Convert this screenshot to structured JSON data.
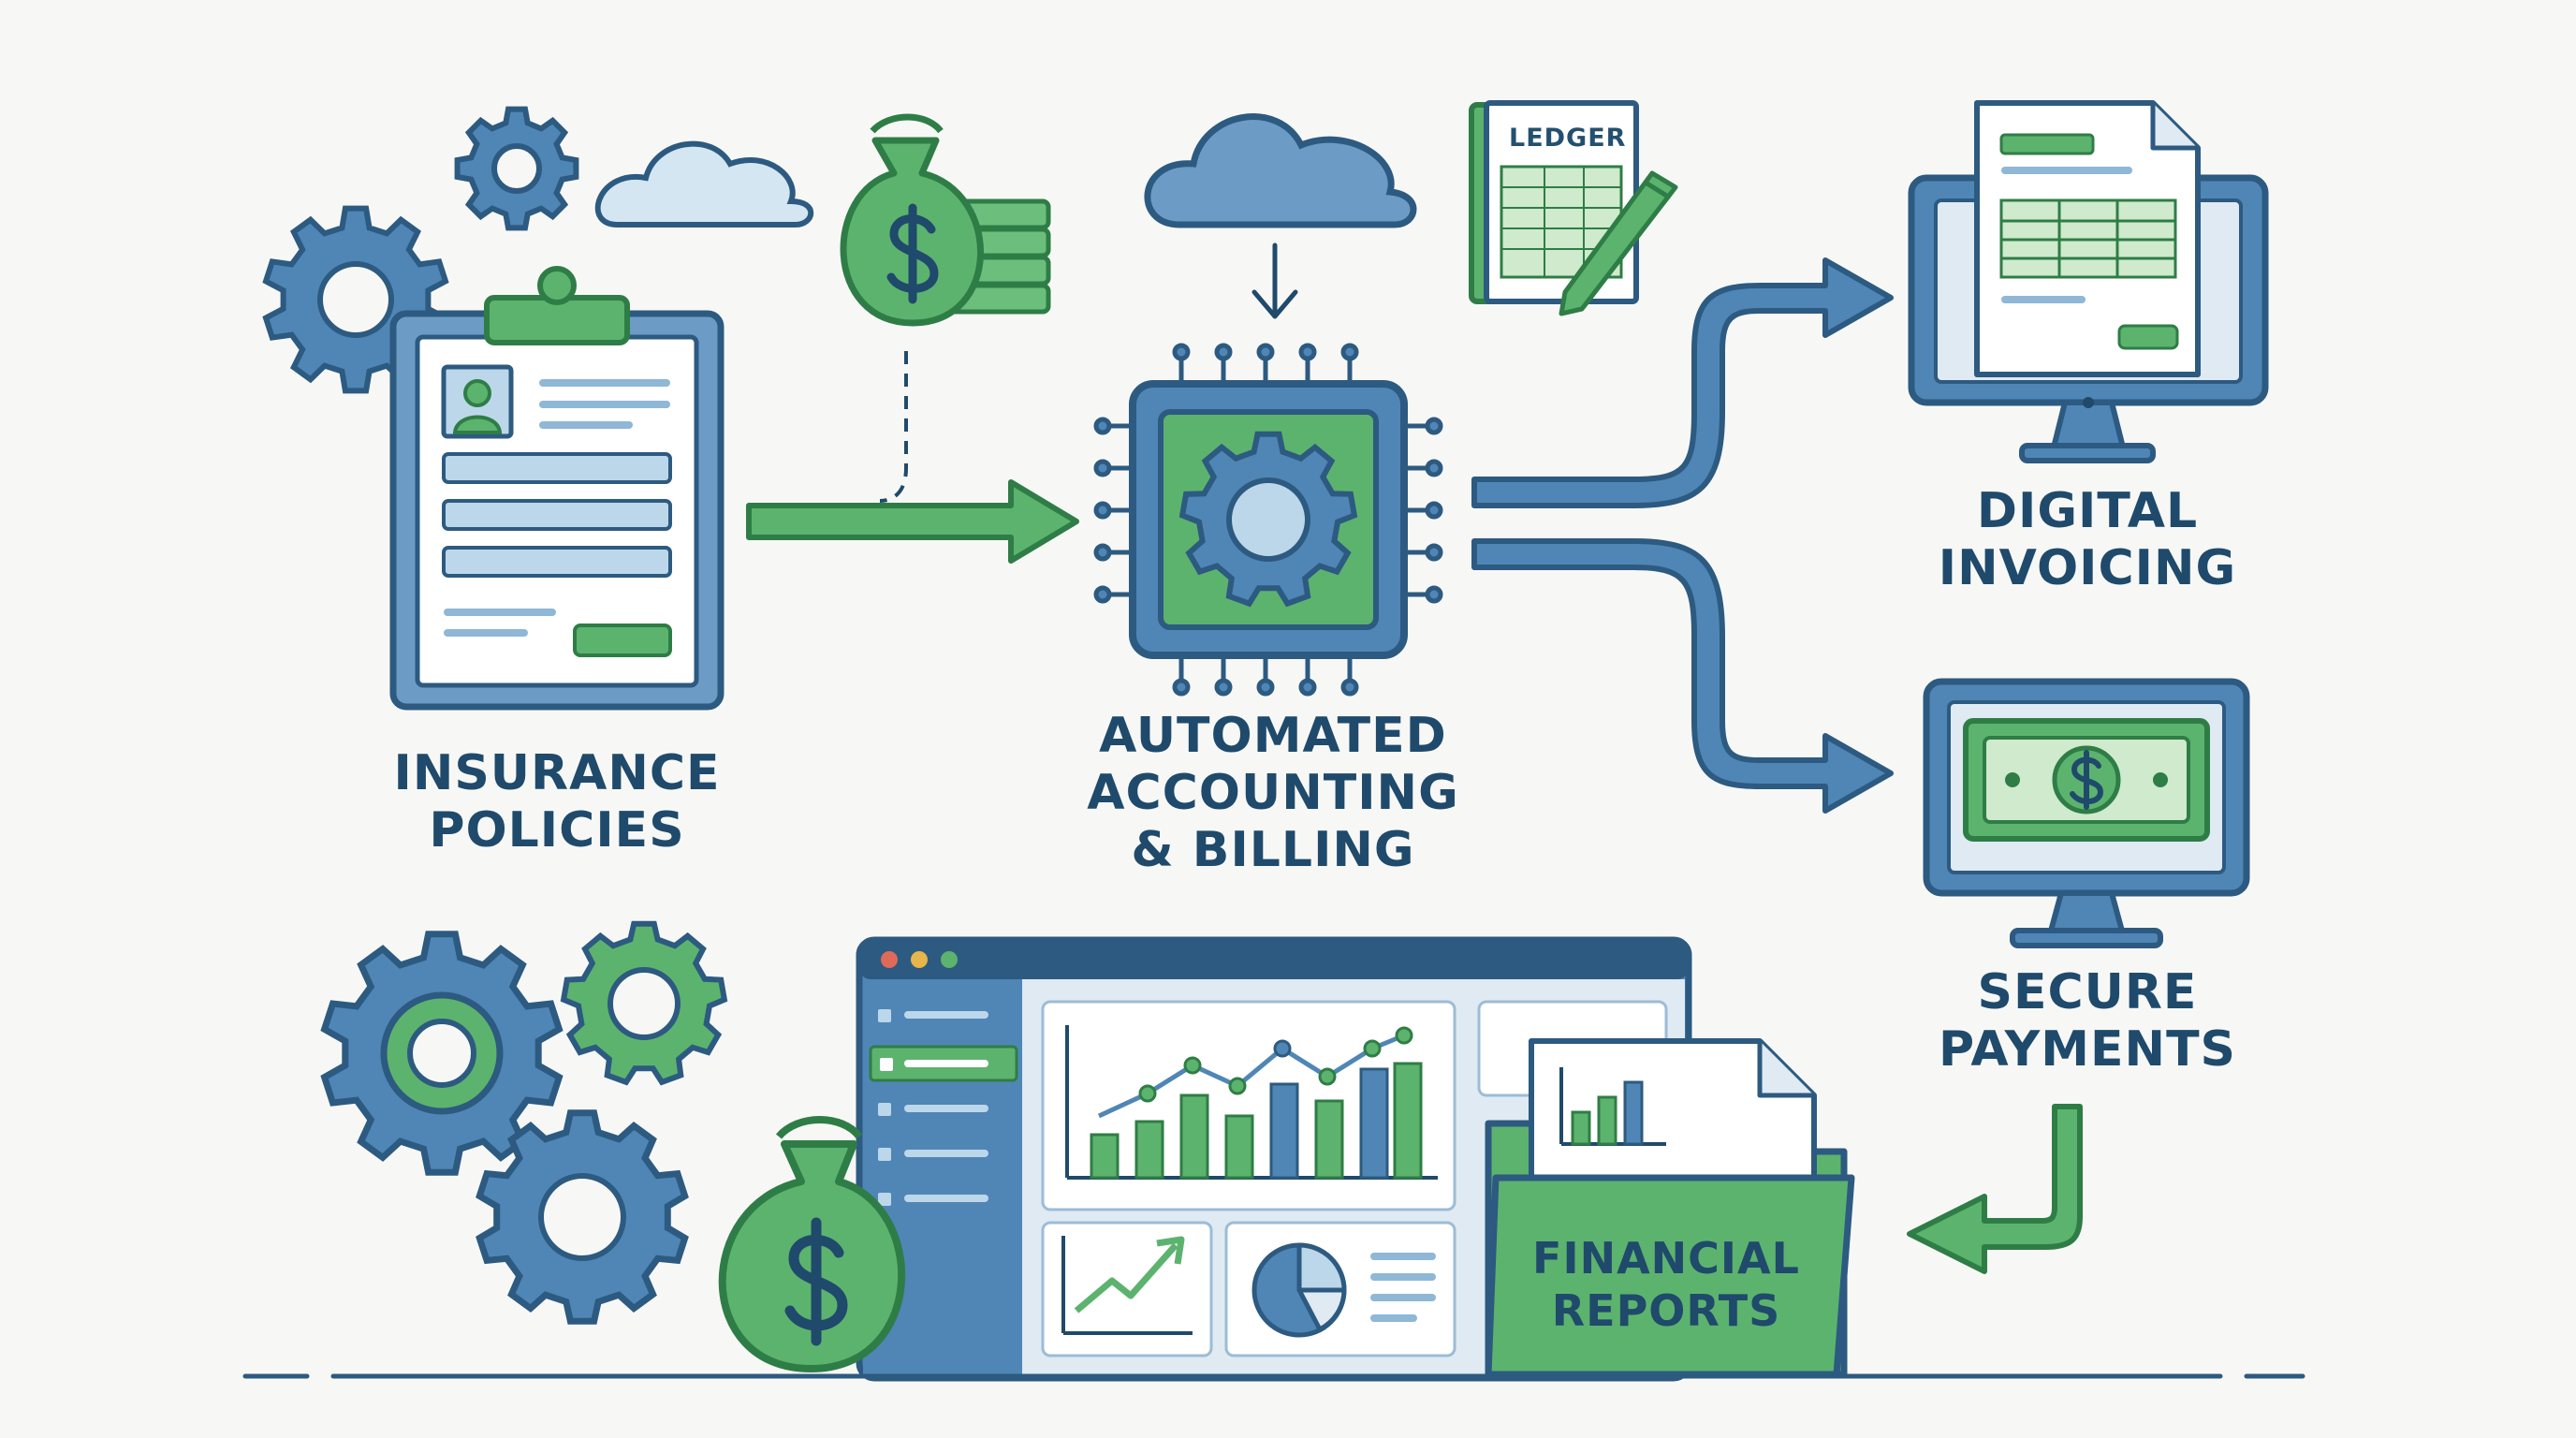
{
  "colors": {
    "blue": "#4f86b6",
    "blue_dark": "#2d5a80",
    "blue_light": "#bcd7ea",
    "green": "#5cb36e",
    "green_dark": "#2f7d46",
    "green_light": "#cfeacc",
    "text": "#1f4a6b",
    "background": "#f7f8f6"
  },
  "nodes": {
    "insurance": {
      "line1": "INSURANCE",
      "line2": "POLICIES",
      "icon": "clipboard-policy-icon"
    },
    "automation": {
      "line1": "AUTOMATED",
      "line2": "ACCOUNTING",
      "line3": "& BILLING",
      "icon": "processor-gear-icon"
    },
    "invoicing": {
      "line1": "DIGITAL",
      "line2": "INVOICING",
      "icon": "monitor-invoice-icon"
    },
    "payments": {
      "line1": "SECURE",
      "line2": "PAYMENTS",
      "icon": "monitor-banknote-icon"
    },
    "reports": {
      "line1": "FINANCIAL",
      "line2": "REPORTS",
      "icon": "folder-report-icon"
    }
  },
  "ledger": {
    "label": "LEDGER"
  },
  "decorations": [
    "gear-icon",
    "cloud-icon",
    "money-bag-icon",
    "ledger-book-icon",
    "dashboard-window-icon"
  ]
}
